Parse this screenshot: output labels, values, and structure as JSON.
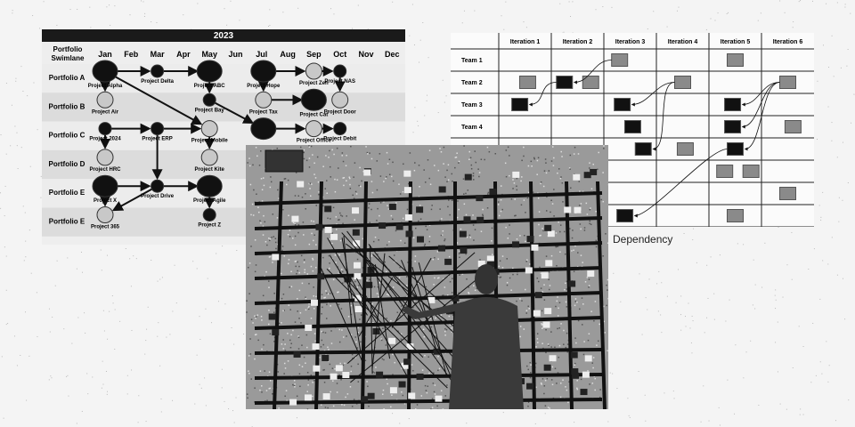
{
  "roadmap": {
    "year": "2023",
    "corner_label_1": "Portfolio",
    "corner_label_2": "Swimlane",
    "months": [
      "Jan",
      "Feb",
      "Mar",
      "Apr",
      "May",
      "Jun",
      "Jul",
      "Aug",
      "Sep",
      "Oct",
      "Nov",
      "Dec"
    ],
    "rows": [
      "Portfolio A",
      "Portfolio B",
      "Portfolio C",
      "Portfolio D",
      "Portfolio E",
      "Portfolio E"
    ],
    "projects": [
      {
        "name": "Project Alpha",
        "month": 0,
        "row": 0,
        "style": "dark-big"
      },
      {
        "name": "Project Delta",
        "month": 2,
        "row": 0,
        "style": "dark-small"
      },
      {
        "name": "Project ABC",
        "month": 4,
        "row": 0,
        "style": "dark-big"
      },
      {
        "name": "Project Hope",
        "month": 6,
        "row": 0,
        "style": "dark-big"
      },
      {
        "name": "Project Zen",
        "month": 8,
        "row": 0,
        "style": "light"
      },
      {
        "name": "Project NAS",
        "month": 9,
        "row": 0,
        "style": "dark-small"
      },
      {
        "name": "Project Air",
        "month": 0,
        "row": 1,
        "style": "light"
      },
      {
        "name": "Project Bay",
        "month": 4,
        "row": 1,
        "style": "dark-small"
      },
      {
        "name": "Project Tax",
        "month": 6,
        "row": 1,
        "style": "light"
      },
      {
        "name": "Project Cat",
        "month": 8,
        "row": 1,
        "style": "dark-big"
      },
      {
        "name": "Project Door",
        "month": 9,
        "row": 1,
        "style": "light"
      },
      {
        "name": "Project 2024",
        "month": 0,
        "row": 2,
        "style": "dark-small"
      },
      {
        "name": "Project ERP",
        "month": 2,
        "row": 2,
        "style": "dark-small"
      },
      {
        "name": "Project Mobile",
        "month": 4,
        "row": 2,
        "style": "light"
      },
      {
        "name": "",
        "month": 6,
        "row": 2,
        "style": "dark-big"
      },
      {
        "name": "Project Office",
        "month": 8,
        "row": 2,
        "style": "light"
      },
      {
        "name": "Project Debit",
        "month": 9,
        "row": 2,
        "style": "dark-small"
      },
      {
        "name": "Project HRC",
        "month": 0,
        "row": 3,
        "style": "light"
      },
      {
        "name": "Project Kite",
        "month": 4,
        "row": 3,
        "style": "light"
      },
      {
        "name": "Project X",
        "month": 0,
        "row": 4,
        "style": "dark-big"
      },
      {
        "name": "Project Drive",
        "month": 2,
        "row": 4,
        "style": "dark-small"
      },
      {
        "name": "Project Agile",
        "month": 4,
        "row": 4,
        "style": "dark-big"
      },
      {
        "name": "Project 365",
        "month": 0,
        "row": 5,
        "style": "light"
      },
      {
        "name": "Project Z",
        "month": 4,
        "row": 5,
        "style": "dark-small"
      }
    ],
    "dependencies": [
      [
        0,
        1
      ],
      [
        1,
        2
      ],
      [
        0,
        6
      ],
      [
        0,
        13
      ],
      [
        2,
        7
      ],
      [
        3,
        4
      ],
      [
        4,
        5
      ],
      [
        5,
        10
      ],
      [
        3,
        8
      ],
      [
        8,
        9
      ],
      [
        7,
        14
      ],
      [
        14,
        15
      ],
      [
        15,
        16
      ],
      [
        11,
        12
      ],
      [
        12,
        13
      ],
      [
        11,
        17
      ],
      [
        12,
        20
      ],
      [
        13,
        18
      ],
      [
        19,
        20
      ],
      [
        20,
        21
      ],
      [
        19,
        22
      ],
      [
        20,
        22
      ],
      [
        21,
        23
      ]
    ]
  },
  "iterations": {
    "headers": [
      "Iteration 1",
      "Iteration 2",
      "Iteration 3",
      "Iteration 4",
      "Iteration 5",
      "Iteration 6"
    ],
    "teams": [
      "Team 1",
      "Team 2",
      "Team 3",
      "Team 4",
      "",
      "",
      "",
      ""
    ],
    "cards": [
      {
        "row": 0,
        "col": 2,
        "type": "feature",
        "off": 0.3
      },
      {
        "row": 0,
        "col": 4,
        "type": "feature",
        "off": 0.5
      },
      {
        "row": 1,
        "col": 0,
        "type": "feature",
        "off": 0.55
      },
      {
        "row": 1,
        "col": 1,
        "type": "dependency",
        "off": 0.25
      },
      {
        "row": 1,
        "col": 1,
        "type": "feature",
        "off": 0.75
      },
      {
        "row": 1,
        "col": 3,
        "type": "feature",
        "off": 0.5
      },
      {
        "row": 1,
        "col": 5,
        "type": "feature",
        "off": 0.5
      },
      {
        "row": 2,
        "col": 0,
        "type": "dependency",
        "off": 0.4
      },
      {
        "row": 2,
        "col": 2,
        "type": "dependency",
        "off": 0.35
      },
      {
        "row": 2,
        "col": 4,
        "type": "dependency",
        "off": 0.45
      },
      {
        "row": 3,
        "col": 2,
        "type": "dependency",
        "off": 0.55
      },
      {
        "row": 3,
        "col": 4,
        "type": "dependency",
        "off": 0.45
      },
      {
        "row": 3,
        "col": 5,
        "type": "feature",
        "off": 0.6
      },
      {
        "row": 4,
        "col": 2,
        "type": "dependency",
        "off": 0.75
      },
      {
        "row": 4,
        "col": 3,
        "type": "feature",
        "off": 0.55
      },
      {
        "row": 4,
        "col": 4,
        "type": "dependency",
        "off": 0.5
      },
      {
        "row": 5,
        "col": 4,
        "type": "feature",
        "off": 0.3
      },
      {
        "row": 5,
        "col": 4,
        "type": "feature",
        "off": 0.8
      },
      {
        "row": 6,
        "col": 5,
        "type": "feature",
        "off": 0.5
      },
      {
        "row": 7,
        "col": 2,
        "type": "dependency",
        "off": 0.4
      },
      {
        "row": 7,
        "col": 4,
        "type": "feature",
        "off": 0.5
      }
    ],
    "links": [
      [
        0,
        3
      ],
      [
        3,
        7
      ],
      [
        5,
        8
      ],
      [
        5,
        13
      ],
      [
        6,
        9
      ],
      [
        6,
        11
      ],
      [
        6,
        15
      ],
      [
        15,
        19
      ]
    ],
    "caption": "Dependency"
  },
  "colors": {
    "dark": "#111111",
    "light": "#c8c8c8",
    "grid": "#222222",
    "header": "#1a1a1a"
  }
}
